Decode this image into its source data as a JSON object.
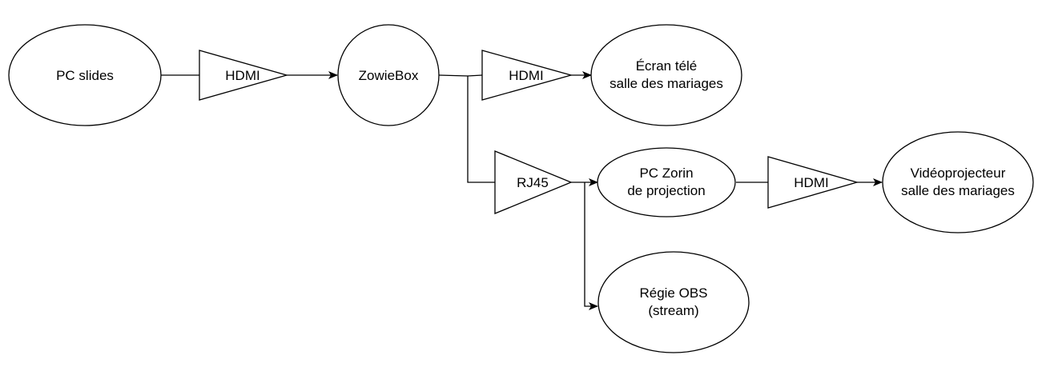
{
  "nodes": {
    "pc_slides": {
      "label": "PC slides"
    },
    "hdmi_1": {
      "label": "HDMI"
    },
    "zowiebox": {
      "label": "ZowieBox"
    },
    "hdmi_2": {
      "label": "HDMI"
    },
    "ecran_tele": {
      "line1": "Écran télé",
      "line2": "salle des mariages"
    },
    "rj45": {
      "label": "RJ45"
    },
    "pc_zorin": {
      "line1": "PC Zorin",
      "line2": "de projection"
    },
    "hdmi_3": {
      "label": "HDMI"
    },
    "videoprojecteur": {
      "line1": "Vidéoprojecteur",
      "line2": "salle des mariages"
    },
    "regie_obs": {
      "line1": "Régie OBS",
      "line2": "(stream)"
    }
  }
}
